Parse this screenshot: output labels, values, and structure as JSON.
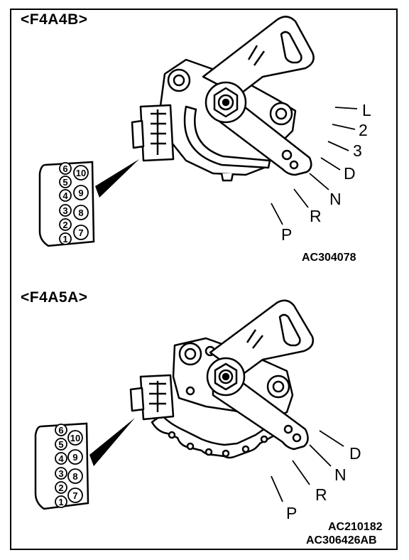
{
  "sections": [
    {
      "title": "<F4A4B>",
      "code": "AC304078",
      "positions": [
        "L",
        "2",
        "3",
        "D",
        "N",
        "R",
        "P"
      ]
    },
    {
      "title": "<F4A5A>",
      "codes": [
        "AC210182",
        "AC306426AB"
      ],
      "positions": [
        "D",
        "N",
        "R",
        "P"
      ]
    }
  ],
  "connector": {
    "pins_left": [
      "6",
      "5",
      "4",
      "3",
      "2",
      "1"
    ],
    "pins_right": [
      "10",
      "9",
      "8",
      "7"
    ]
  }
}
